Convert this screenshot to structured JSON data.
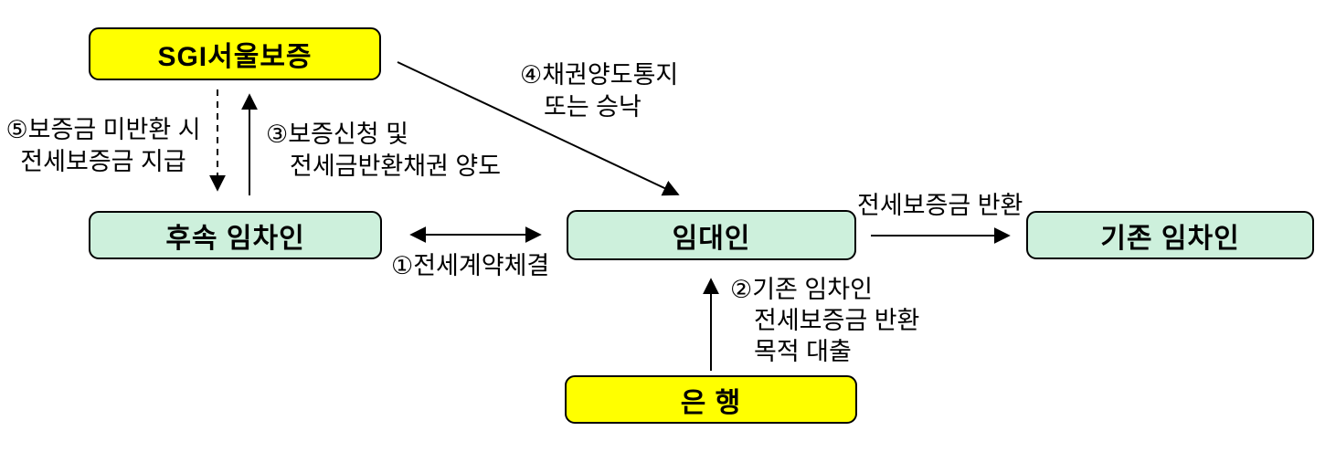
{
  "colors": {
    "highlight_box": "#ffff00",
    "party_box": "#cdf0dc",
    "line": "#000000",
    "background": "#ffffff"
  },
  "nodes": {
    "sgi": {
      "label": "SGI서울보증"
    },
    "next_tenant": {
      "label": "후속 임차인"
    },
    "landlord": {
      "label": "임대인"
    },
    "prev_tenant": {
      "label": "기존 임차인"
    },
    "bank": {
      "label": "은 행"
    }
  },
  "edges": {
    "contract": {
      "label": "①전세계약체결"
    },
    "loan": {
      "line1": "②기존 임차인",
      "line2": "전세보증금 반환",
      "line3": "목적 대출"
    },
    "guarantee_apply": {
      "line1": "③보증신청 및",
      "line2": "전세금반환채권 양도"
    },
    "assignment_notice": {
      "line1": "④채권양도통지",
      "line2": "또는 승낙"
    },
    "payout": {
      "line1": "⑤보증금 미반환 시",
      "line2": "전세보증금 지급"
    },
    "refund": {
      "label": "전세보증금 반환"
    }
  }
}
